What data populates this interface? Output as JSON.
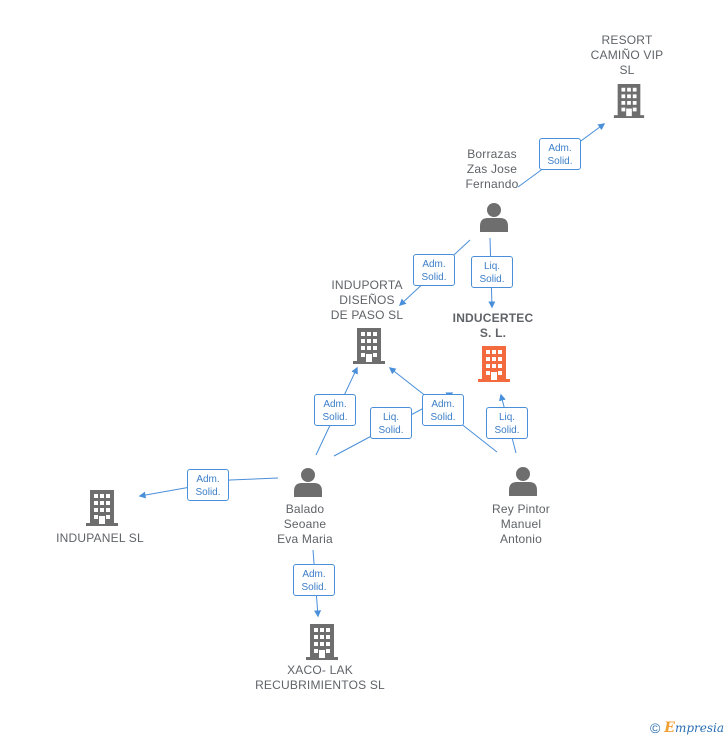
{
  "nodes": {
    "resort": {
      "label": "RESORT\nCAMIÑO VIP\nSL",
      "kind": "company"
    },
    "borrazas": {
      "label": "Borrazas\nZas Jose\nFernando",
      "kind": "person"
    },
    "induporta": {
      "label": "INDUPORTA\nDISEÑOS\nDE PASO SL",
      "kind": "company"
    },
    "inducertec": {
      "label": "INDUCERTEC\nS. L.",
      "kind": "company",
      "highlight": true
    },
    "indupanel": {
      "label": "INDUPANEL SL",
      "kind": "company"
    },
    "balado": {
      "label": "Balado\nSeoane\nEva Maria",
      "kind": "person"
    },
    "rey": {
      "label": "Rey Pintor\nManuel\nAntonio",
      "kind": "person"
    },
    "xaco": {
      "label": "XACO- LAK\nRECUBRIMIENTOS SL",
      "kind": "company"
    }
  },
  "edges": [
    {
      "id": "e1",
      "line1": "Adm.",
      "line2": "Solid."
    },
    {
      "id": "e2",
      "line1": "Adm.",
      "line2": "Solid."
    },
    {
      "id": "e3",
      "line1": "Liq.",
      "line2": "Solid."
    },
    {
      "id": "e4",
      "line1": "Adm.",
      "line2": "Solid."
    },
    {
      "id": "e5",
      "line1": "Liq.",
      "line2": "Solid."
    },
    {
      "id": "e6",
      "line1": "Adm.",
      "line2": "Solid."
    },
    {
      "id": "e7",
      "line1": "Liq.",
      "line2": "Solid."
    },
    {
      "id": "e8",
      "line1": "Adm.",
      "line2": "Solid."
    },
    {
      "id": "e9",
      "line1": "Adm.",
      "line2": "Solid."
    }
  ],
  "colors": {
    "edge": "#4a8fd9",
    "company": "#6e6e6e",
    "person": "#6e6e6e",
    "highlight": "#f26a3d"
  },
  "footer": {
    "copyright": "©",
    "brand_initial": "E",
    "brand_rest": "mpresia"
  }
}
